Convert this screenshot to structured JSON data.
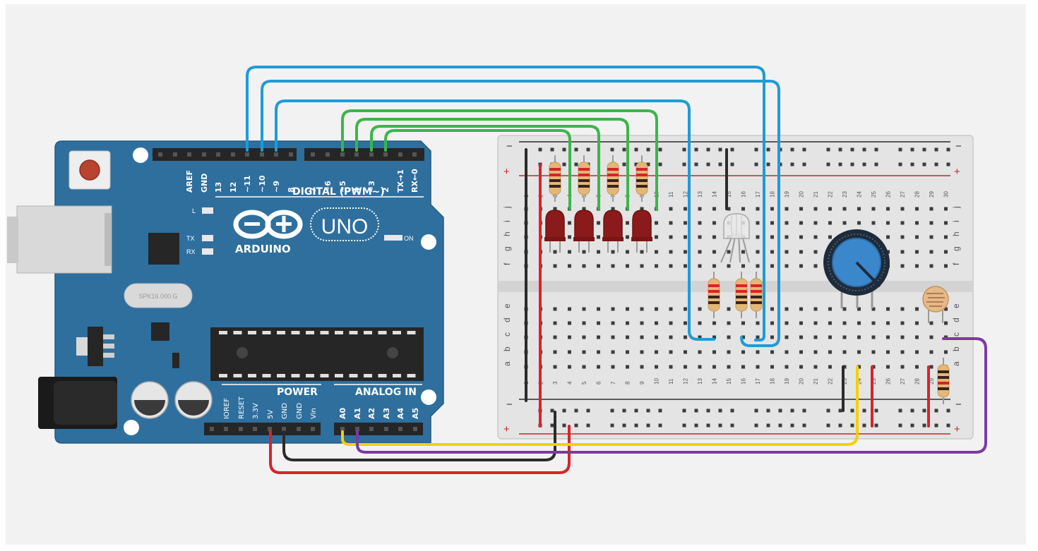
{
  "arduino": {
    "header_labels": [
      "AREF",
      "GND",
      "13",
      "12",
      "~11",
      "~10",
      "~9",
      "8",
      "7",
      "~6",
      "~5",
      "4",
      "~3",
      "2",
      "TX→1",
      "RX←0"
    ],
    "digital_label": "DIGITAL (PWM~)",
    "logo_text": "ARDUINO",
    "model": "UNO",
    "led_l": "L",
    "led_tx": "TX",
    "led_rx": "RX",
    "led_on": "ON",
    "crystal": "SPK16.000 G",
    "power_label": "POWER",
    "analog_label": "ANALOG IN",
    "power_pins": [
      "IOREF",
      "RESET",
      "3.3V",
      "5V",
      "GND",
      "GND",
      "Vin"
    ],
    "analog_pins": [
      "A0",
      "A1",
      "A2",
      "A3",
      "A4",
      "A5"
    ]
  },
  "breadboard": {
    "rail_minus": "−",
    "rail_plus": "+",
    "row_letters_top": [
      "j",
      "i",
      "h",
      "g",
      "f"
    ],
    "row_letters_bottom": [
      "e",
      "d",
      "c",
      "b",
      "a"
    ],
    "column_numbers": [
      "1",
      "2",
      "3",
      "4",
      "5",
      "6",
      "7",
      "8",
      "9",
      "10",
      "11",
      "12",
      "13",
      "14",
      "15",
      "16",
      "17",
      "18",
      "19",
      "20",
      "21",
      "22",
      "23",
      "24",
      "25",
      "26",
      "27",
      "28",
      "29",
      "30"
    ]
  },
  "colors": {
    "board": "#2e6f9e",
    "wire_blue": "#1f9bd7",
    "wire_green": "#3cb54a",
    "wire_red": "#d8232a",
    "wire_black": "#2b2b2b",
    "wire_yellow": "#f5d000",
    "wire_purple": "#7b3aa0",
    "led_red": "#8b1a1a",
    "pot_blue": "#3a87cc"
  }
}
